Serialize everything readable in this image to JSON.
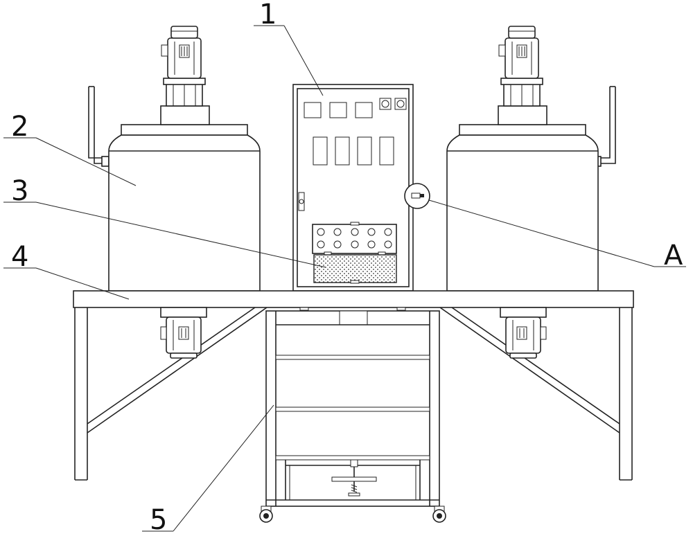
{
  "labels": {
    "l1": "1",
    "l2": "2",
    "l3": "3",
    "l4": "4",
    "l5": "5",
    "lA": "A"
  }
}
